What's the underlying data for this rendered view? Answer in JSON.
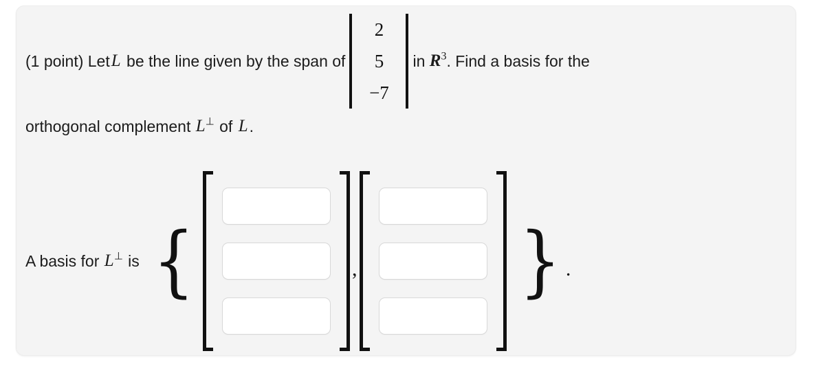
{
  "card": {
    "background_color": "#f4f4f4",
    "border_color": "#ececec"
  },
  "problem": {
    "points_label": "(1 point)",
    "line1_part1": " Let",
    "variable_L": "L",
    "line1_part2": "be the line given by the span of",
    "line1_part3": "in",
    "space_symbol": "R",
    "space_dim": "3",
    "line1_part4": ". Find a basis for the",
    "line2_part1": "orthogonal complement",
    "variable_Lperp": "L",
    "perp_symbol": "⊥",
    "line2_part2": "of",
    "variable_L2": "L",
    "line2_end": ".",
    "span_vector": {
      "entries": [
        "2",
        "5",
        "−7"
      ]
    }
  },
  "answer": {
    "label_part1": "A basis for",
    "label_variable": "L",
    "label_perp": "⊥",
    "label_part2": "is",
    "open_brace": "{",
    "close_brace": "}",
    "separator": ",",
    "trailing_period": ".",
    "vectors": [
      {
        "name": "first-basis-vector",
        "fields": [
          {
            "value": "",
            "placeholder": ""
          },
          {
            "value": "",
            "placeholder": ""
          },
          {
            "value": "",
            "placeholder": ""
          }
        ]
      },
      {
        "name": "second-basis-vector",
        "fields": [
          {
            "value": "",
            "placeholder": ""
          },
          {
            "value": "",
            "placeholder": ""
          },
          {
            "value": "",
            "placeholder": ""
          }
        ]
      }
    ]
  }
}
